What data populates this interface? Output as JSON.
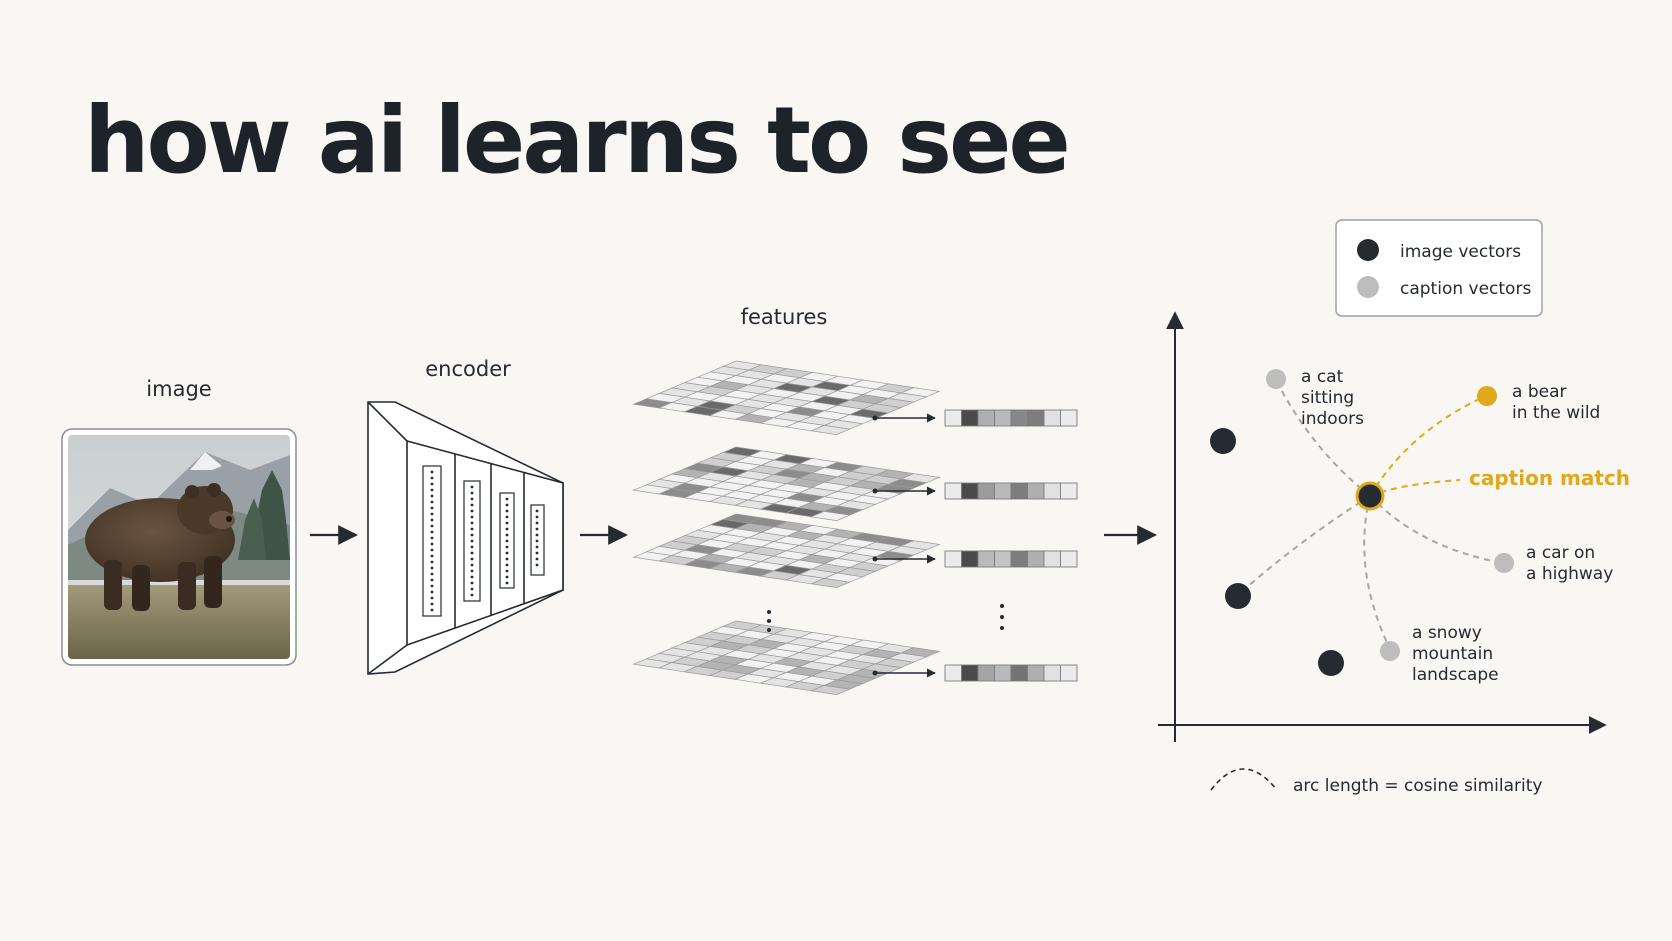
{
  "title": "how ai learns to see",
  "sections": {
    "image": "image",
    "encoder": "encoder",
    "features": "features"
  },
  "legend": {
    "image_vectors": "image vectors",
    "caption_vectors": "caption vectors"
  },
  "captions": {
    "cat": [
      "a cat",
      "sitting",
      "indoors"
    ],
    "bear": [
      "a bear",
      "in the wild"
    ],
    "car": [
      "a car on",
      "a highway"
    ],
    "mountain": [
      "a snowy",
      "mountain",
      "landscape"
    ]
  },
  "caption_match": "caption match",
  "note": "arc length = cosine similarity",
  "feature_vectors": [
    [
      0.05,
      0.85,
      0.35,
      0.3,
      0.55,
      0.6,
      0.1,
      0.05
    ],
    [
      0.05,
      0.85,
      0.45,
      0.3,
      0.6,
      0.35,
      0.1,
      0.05
    ],
    [
      0.05,
      0.85,
      0.3,
      0.25,
      0.6,
      0.35,
      0.1,
      0.05
    ],
    [
      0.05,
      0.85,
      0.4,
      0.3,
      0.65,
      0.35,
      0.1,
      0.05
    ]
  ],
  "colors": {
    "ink": "#262b31",
    "caption_gray": "#bdbdbd",
    "accent": "#e0a81a",
    "background": "#f8f7f4"
  }
}
